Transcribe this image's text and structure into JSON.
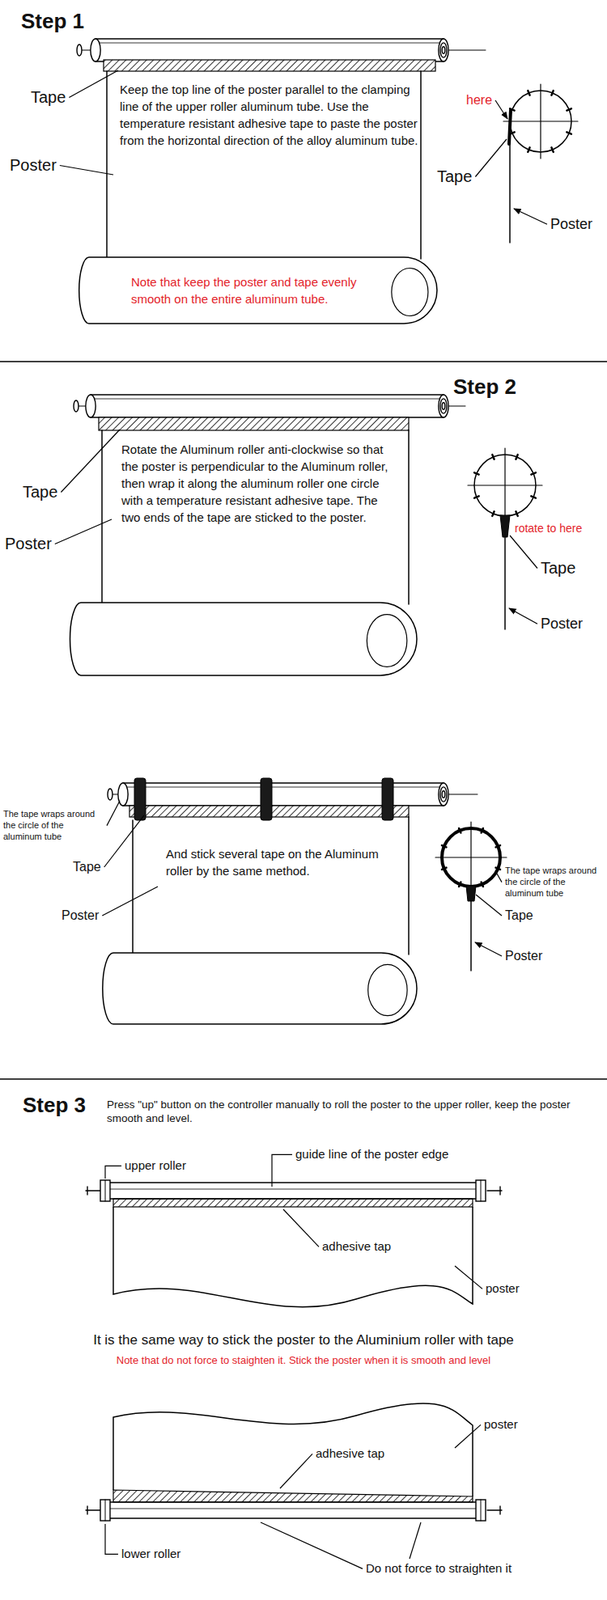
{
  "diagram": {
    "nodes": [
      {
        "text": [
          "Keep the top line of the poster parallel to the clamping line of the upper roller aluminum tube. Use the temperature resistant adhesive tape to paste the poster from the horizontal direction of the alloy aluminum tube.",
          "Note that keep the poster and tape evenly smooth on the entire aluminum tube."
        ]
      },
      {
        "text": [
          "Rotate the Aluminum roller anti-clockwise so that the poster is perpendicular to the Aluminum roller, then wrap it along the aluminum roller one circle with a temperature resistant adhesive tape. The two ends of the tape are sticked to the poster."
        ]
      },
      {
        "text": [
          "And stick several tape on the Aluminum roller by the same method."
        ]
      }
    ],
    "labels": [
      "Step 1",
      "Tape",
      "Poster",
      "here",
      "Tape",
      "Poster",
      "Step 2",
      "Tape",
      "Poster",
      "rotate to here",
      "Tape",
      "Poster",
      "The tape wraps around the circle of the aluminum tube",
      "Tape",
      "Poster",
      "The tape wraps around the circle of the aluminum tube",
      "Tape",
      "Poster",
      "Step 3",
      "Press \"up\" button on the controller manually to roll the poster to the upper roller, keep the poster smooth and level.",
      "upper roller",
      "guide line of the poster edge",
      "adhesive tap",
      "poster",
      "It is the same way to stick the poster to the Aluminium roller with tape",
      "Note that do not force to staighten it. Stick the poster when it is smooth and level",
      "poster",
      "adhesive tap",
      "lower roller",
      "Do not force to straighten it"
    ]
  }
}
